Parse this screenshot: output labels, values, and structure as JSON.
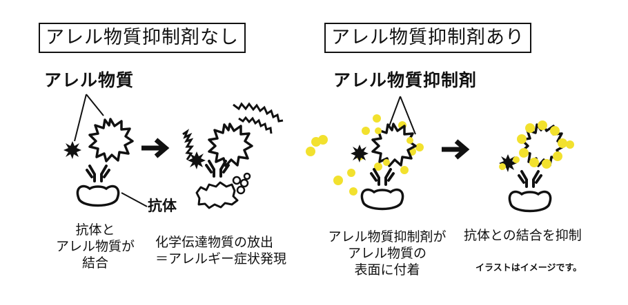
{
  "left_panel": {
    "title": "アレル物質抑制剤なし",
    "allergen_label": "アレル物質",
    "antibody_label": "抗体",
    "caption_1": [
      "抗体と",
      "アレル物質が",
      "結合"
    ],
    "caption_2": [
      "化学伝達物質の放出",
      "＝アレルギー症状発現"
    ]
  },
  "right_panel": {
    "title": "アレル物質抑制剤あり",
    "inhibitor_label": "アレル物質抑制剤",
    "caption_1": [
      "アレル物質抑制剤が",
      "アレル物質の",
      "表面に付着"
    ],
    "caption_2": "抗体との結合を抑制",
    "note": "イラストはイメージです。"
  },
  "colors": {
    "ink": "#111111",
    "inhibitor_yellow": "#f2e12e"
  }
}
